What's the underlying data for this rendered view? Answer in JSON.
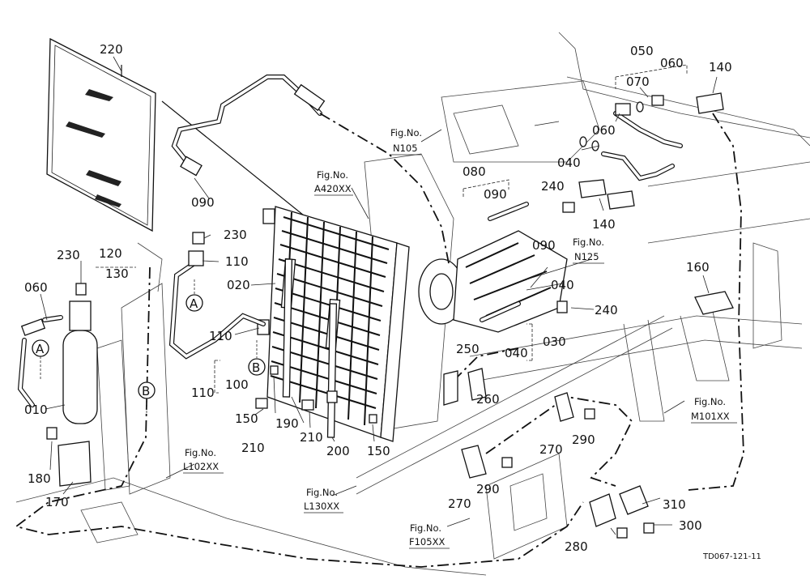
{
  "parts": [
    {
      "id": "p220",
      "label": "220"
    },
    {
      "id": "p230a",
      "label": "230"
    },
    {
      "id": "p120",
      "label": "120"
    },
    {
      "id": "p130",
      "label": "130"
    },
    {
      "id": "p060a",
      "label": "060"
    },
    {
      "id": "p010",
      "label": "010"
    },
    {
      "id": "p180",
      "label": "180"
    },
    {
      "id": "p170",
      "label": "170"
    },
    {
      "id": "p090a",
      "label": "090"
    },
    {
      "id": "p230b",
      "label": "230"
    },
    {
      "id": "p110a",
      "label": "110"
    },
    {
      "id": "p020",
      "label": "020"
    },
    {
      "id": "p110b",
      "label": "110"
    },
    {
      "id": "p100",
      "label": "100"
    },
    {
      "id": "p110c",
      "label": "110"
    },
    {
      "id": "p150a",
      "label": "150"
    },
    {
      "id": "p210a",
      "label": "210"
    },
    {
      "id": "p190",
      "label": "190"
    },
    {
      "id": "p210b",
      "label": "210"
    },
    {
      "id": "p200",
      "label": "200"
    },
    {
      "id": "p150b",
      "label": "150"
    },
    {
      "id": "p050",
      "label": "050"
    },
    {
      "id": "p060b",
      "label": "060"
    },
    {
      "id": "p070",
      "label": "070"
    },
    {
      "id": "p140a",
      "label": "140"
    },
    {
      "id": "p060c",
      "label": "060"
    },
    {
      "id": "p040a",
      "label": "040"
    },
    {
      "id": "p080",
      "label": "080"
    },
    {
      "id": "p090b",
      "label": "090"
    },
    {
      "id": "p240a",
      "label": "240"
    },
    {
      "id": "p140b",
      "label": "140"
    },
    {
      "id": "p090c",
      "label": "090"
    },
    {
      "id": "p040b",
      "label": "040"
    },
    {
      "id": "p160",
      "label": "160"
    },
    {
      "id": "p240b",
      "label": "240"
    },
    {
      "id": "p040c",
      "label": "040"
    },
    {
      "id": "p030",
      "label": "030"
    },
    {
      "id": "p250",
      "label": "250"
    },
    {
      "id": "p260",
      "label": "260"
    },
    {
      "id": "p270a",
      "label": "270"
    },
    {
      "id": "p290a",
      "label": "290"
    },
    {
      "id": "p270b",
      "label": "270"
    },
    {
      "id": "p290b",
      "label": "290"
    },
    {
      "id": "p310",
      "label": "310"
    },
    {
      "id": "p300",
      "label": "300"
    },
    {
      "id": "p280",
      "label": "280"
    }
  ],
  "fig_refs": [
    {
      "id": "n105",
      "caption": "Fig.No.",
      "code": "N105"
    },
    {
      "id": "a420",
      "caption": "Fig.No.",
      "code": "A420XX"
    },
    {
      "id": "n125",
      "caption": "Fig.No.",
      "code": "N125"
    },
    {
      "id": "m101",
      "caption": "Fig.No.",
      "code": "M101XX"
    },
    {
      "id": "l102",
      "caption": "Fig.No.",
      "code": "L102XX"
    },
    {
      "id": "l130",
      "caption": "Fig.No.",
      "code": "L130XX"
    },
    {
      "id": "f105",
      "caption": "Fig.No.",
      "code": "F105XX"
    }
  ],
  "connectors": [
    {
      "id": "A1",
      "letter": "A"
    },
    {
      "id": "A2",
      "letter": "A"
    },
    {
      "id": "B1",
      "letter": "B"
    },
    {
      "id": "B2",
      "letter": "B"
    }
  ],
  "drawing_code": "TD067-121-11"
}
